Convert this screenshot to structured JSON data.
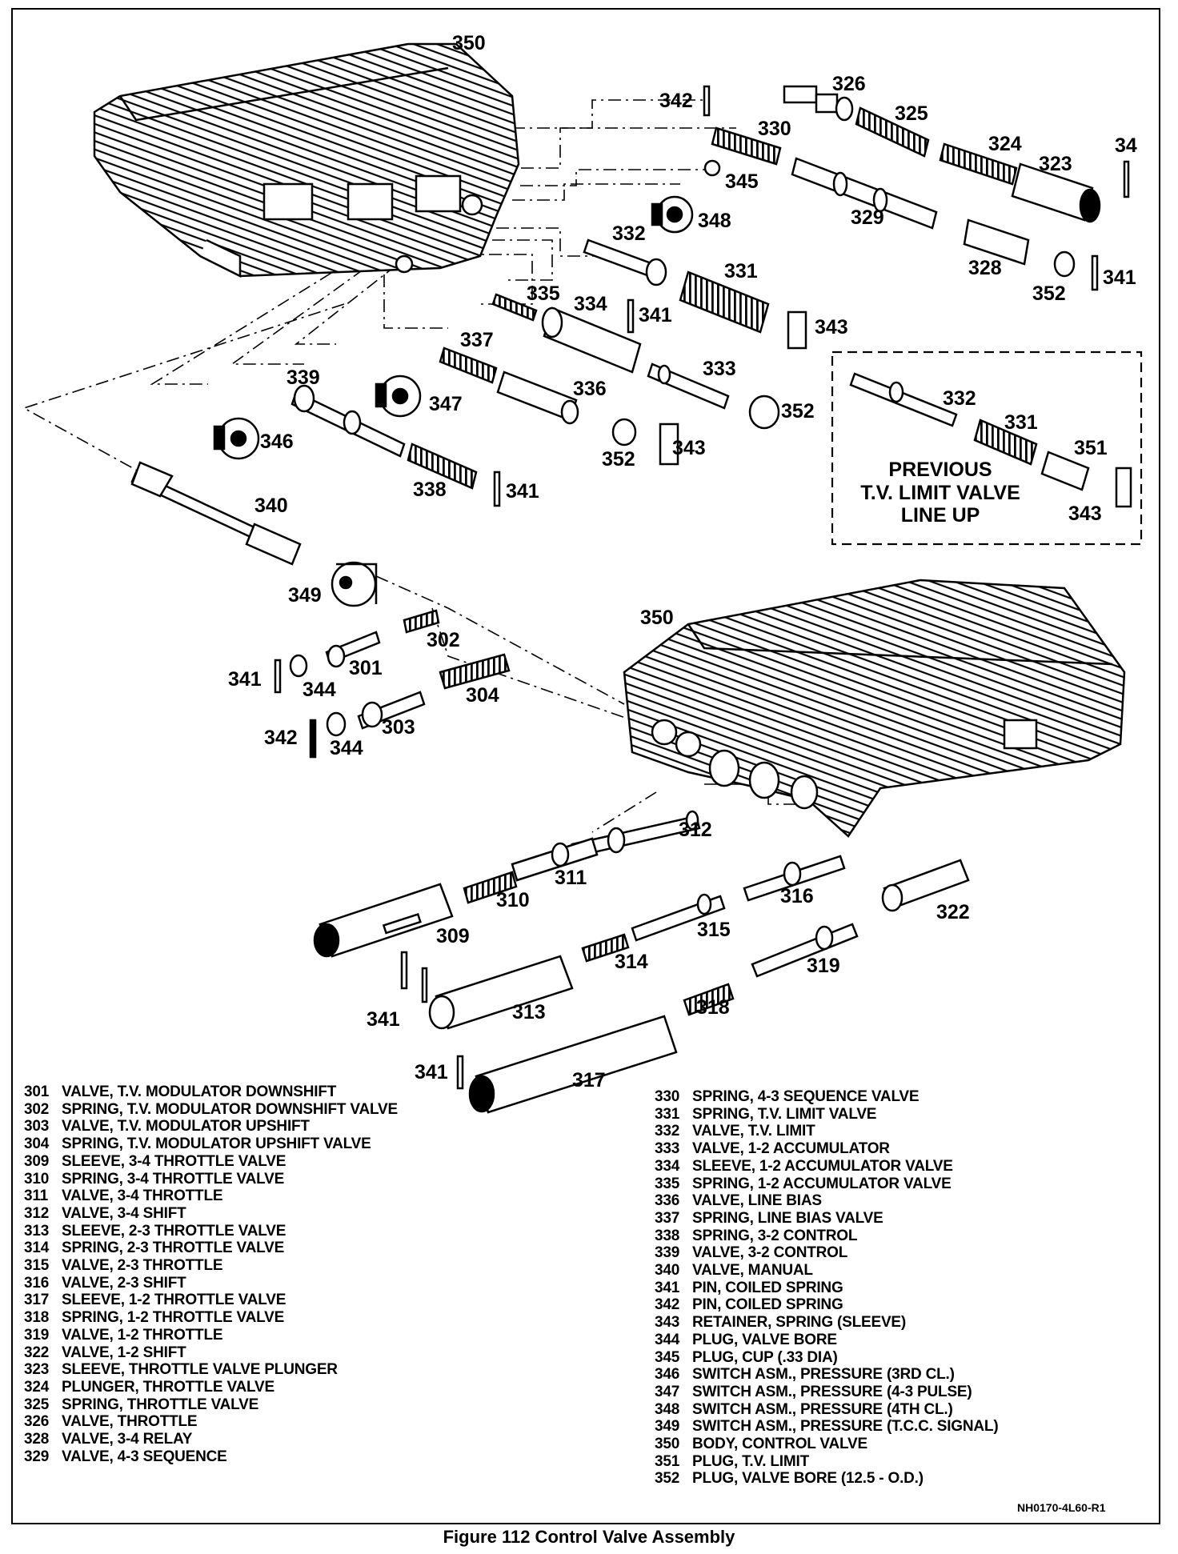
{
  "callouts": {
    "c350a": "350",
    "c342a": "342",
    "c326": "326",
    "c325": "325",
    "c330": "330",
    "c324": "324",
    "c323": "323",
    "c34": "34",
    "c345": "345",
    "c348": "348",
    "c332a": "332",
    "c329": "329",
    "c328": "328",
    "c352a": "352",
    "c341a": "341",
    "c331a": "331",
    "c335": "335",
    "c334": "334",
    "c341b": "341",
    "c343a": "343",
    "c337": "337",
    "c333": "333",
    "c339": "339",
    "c336": "336",
    "c352b": "352",
    "c347": "347",
    "c346": "346",
    "c352c": "352",
    "c343b": "343",
    "c338": "338",
    "c341c": "341",
    "c340": "340",
    "c332b": "332",
    "c331b": "331",
    "c351": "351",
    "c343c": "343",
    "c349": "349",
    "c302": "302",
    "c350b": "350",
    "c341d": "341",
    "c301": "301",
    "c344a": "344",
    "c304": "304",
    "c342b": "342",
    "c303": "303",
    "c344b": "344",
    "c312": "312",
    "c311": "311",
    "c310": "310",
    "c316": "316",
    "c309": "309",
    "c315": "315",
    "c322": "322",
    "c314": "314",
    "c319": "319",
    "c341e": "341",
    "c313": "313",
    "c318": "318",
    "c341f": "341",
    "c317": "317"
  },
  "inset_box": {
    "line1": "PREVIOUS",
    "line2": "T.V. LIMIT VALVE",
    "line3": "LINE UP"
  },
  "legend_left": [
    {
      "num": "301",
      "text": "VALVE, T.V. MODULATOR DOWNSHIFT"
    },
    {
      "num": "302",
      "text": "SPRING, T.V. MODULATOR DOWNSHIFT VALVE"
    },
    {
      "num": "303",
      "text": "VALVE, T.V. MODULATOR UPSHIFT"
    },
    {
      "num": "304",
      "text": "SPRING, T.V. MODULATOR UPSHIFT VALVE"
    },
    {
      "num": "309",
      "text": "SLEEVE, 3-4 THROTTLE VALVE"
    },
    {
      "num": "310",
      "text": "SPRING, 3-4 THROTTLE VALVE"
    },
    {
      "num": "311",
      "text": "VALVE, 3-4 THROTTLE"
    },
    {
      "num": "312",
      "text": "VALVE, 3-4 SHIFT"
    },
    {
      "num": "313",
      "text": "SLEEVE, 2-3 THROTTLE VALVE"
    },
    {
      "num": "314",
      "text": "SPRING, 2-3 THROTTLE VALVE"
    },
    {
      "num": "315",
      "text": "VALVE, 2-3 THROTTLE"
    },
    {
      "num": "316",
      "text": "VALVE, 2-3 SHIFT"
    },
    {
      "num": "317",
      "text": "SLEEVE, 1-2 THROTTLE VALVE"
    },
    {
      "num": "318",
      "text": "SPRING, 1-2 THROTTLE VALVE"
    },
    {
      "num": "319",
      "text": "VALVE, 1-2 THROTTLE"
    },
    {
      "num": "322",
      "text": "VALVE, 1-2 SHIFT"
    },
    {
      "num": "323",
      "text": "SLEEVE, THROTTLE VALVE PLUNGER"
    },
    {
      "num": "324",
      "text": "PLUNGER, THROTTLE VALVE"
    },
    {
      "num": "325",
      "text": "SPRING, THROTTLE VALVE"
    },
    {
      "num": "326",
      "text": "VALVE, THROTTLE"
    },
    {
      "num": "328",
      "text": "VALVE, 3-4 RELAY"
    },
    {
      "num": "329",
      "text": "VALVE, 4-3 SEQUENCE"
    }
  ],
  "legend_right": [
    {
      "num": "330",
      "text": "SPRING, 4-3 SEQUENCE VALVE"
    },
    {
      "num": "331",
      "text": "SPRING, T.V. LIMIT VALVE"
    },
    {
      "num": "332",
      "text": "VALVE, T.V. LIMIT"
    },
    {
      "num": "333",
      "text": "VALVE, 1-2 ACCUMULATOR"
    },
    {
      "num": "334",
      "text": "SLEEVE, 1-2 ACCUMULATOR VALVE"
    },
    {
      "num": "335",
      "text": "SPRING, 1-2 ACCUMULATOR VALVE"
    },
    {
      "num": "336",
      "text": "VALVE, LINE BIAS"
    },
    {
      "num": "337",
      "text": "SPRING, LINE BIAS VALVE"
    },
    {
      "num": "338",
      "text": "SPRING, 3-2 CONTROL"
    },
    {
      "num": "339",
      "text": "VALVE, 3-2 CONTROL"
    },
    {
      "num": "340",
      "text": "VALVE, MANUAL"
    },
    {
      "num": "341",
      "text": "PIN, COILED SPRING"
    },
    {
      "num": "342",
      "text": "PIN, COILED SPRING"
    },
    {
      "num": "343",
      "text": "RETAINER, SPRING (SLEEVE)"
    },
    {
      "num": "344",
      "text": "PLUG, VALVE BORE"
    },
    {
      "num": "345",
      "text": "PLUG, CUP (.33 DIA)"
    },
    {
      "num": "346",
      "text": "SWITCH ASM., PRESSURE (3RD CL.)"
    },
    {
      "num": "347",
      "text": "SWITCH ASM., PRESSURE (4-3 PULSE)"
    },
    {
      "num": "348",
      "text": "SWITCH ASM., PRESSURE (4TH CL.)"
    },
    {
      "num": "349",
      "text": "SWITCH ASM., PRESSURE (T.C.C. SIGNAL)"
    },
    {
      "num": "350",
      "text": "BODY, CONTROL VALVE"
    },
    {
      "num": "351",
      "text": "PLUG, T.V. LIMIT"
    },
    {
      "num": "352",
      "text": "PLUG, VALVE BORE (12.5 - O.D.)"
    }
  ],
  "drawing_id": "NH0170-4L60-R1",
  "caption": "Figure 112 Control Valve Assembly"
}
